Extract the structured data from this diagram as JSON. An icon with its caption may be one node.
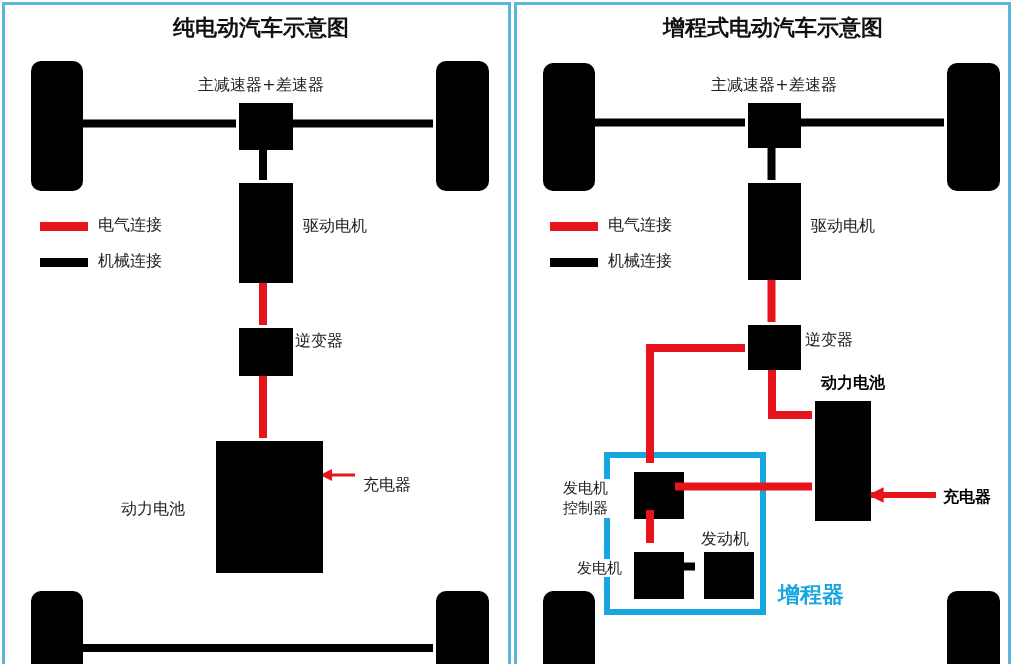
{
  "diagram": {
    "nodes": [
      {
        "text": [
          "纯电动汽车示意图"
        ]
      },
      {
        "text": [],
        "shape": "box",
        "in": 0
      },
      {
        "text": [],
        "shape": "box",
        "in": 0
      },
      {
        "text": [],
        "shape": "box",
        "beside": [
          "主减速器+差速器"
        ],
        "in": 0
      },
      {
        "text": [],
        "shape": "box",
        "beside": [
          "驱动电机"
        ],
        "in": 0
      },
      {
        "text": [],
        "shape": "box",
        "beside": [
          "逆变器"
        ],
        "in": 0
      },
      {
        "text": [],
        "shape": "box",
        "beside": [
          "动力电池"
        ],
        "in": 0
      },
      {
        "text": [
          "充电器"
        ],
        "in": 0
      },
      {
        "text": [],
        "shape": "box",
        "in": 0
      },
      {
        "text": [],
        "shape": "box",
        "in": 0
      },
      {
        "text": [
          "增程式电动汽车示意图"
        ]
      },
      {
        "text": [],
        "shape": "box",
        "in": 10
      },
      {
        "text": [],
        "shape": "box",
        "in": 10
      },
      {
        "text": [],
        "shape": "box",
        "beside": [
          "主减速器+差速器"
        ],
        "in": 10
      },
      {
        "text": [],
        "shape": "box",
        "beside": [
          "驱动电机"
        ],
        "in": 10
      },
      {
        "text": [],
        "shape": "box",
        "beside": [
          "逆变器"
        ],
        "in": 10
      },
      {
        "text": [],
        "shape": "box",
        "beside": [
          "动力电池"
        ],
        "in": 10
      },
      {
        "text": [
          "充电器"
        ],
        "in": 10
      },
      {
        "text": [
          "增程器"
        ],
        "in": 10
      },
      {
        "text": [],
        "shape": "box",
        "beside": [
          "发电机控制器"
        ],
        "in": 18
      },
      {
        "text": [],
        "shape": "box",
        "beside": [
          "发电机"
        ],
        "in": 18
      },
      {
        "text": [],
        "shape": "box",
        "beside": [
          "发动机"
        ],
        "in": 18
      },
      {
        "text": [],
        "shape": "box",
        "in": 10
      },
      {
        "text": [],
        "shape": "box",
        "in": 10
      }
    ],
    "edges": [
      {
        "from": 1,
        "to": 3,
        "arrow": "none",
        "color": "#000000"
      },
      {
        "from": 3,
        "to": 2,
        "arrow": "none",
        "color": "#000000"
      },
      {
        "from": 3,
        "to": 4,
        "arrow": "none",
        "color": "#000000"
      },
      {
        "from": 4,
        "to": 5,
        "arrow": "none",
        "color": "#e8141c"
      },
      {
        "from": 5,
        "to": 6,
        "arrow": "none",
        "color": "#e8141c"
      },
      {
        "from": 7,
        "to": 6,
        "arrow": "to",
        "color": "#e8141c"
      },
      {
        "from": 8,
        "to": 9,
        "arrow": "none",
        "color": "#000000"
      },
      {
        "from": 11,
        "to": 13,
        "arrow": "none",
        "color": "#000000"
      },
      {
        "from": 13,
        "to": 12,
        "arrow": "none",
        "color": "#000000"
      },
      {
        "from": 13,
        "to": 14,
        "arrow": "none",
        "color": "#000000"
      },
      {
        "from": 14,
        "to": 15,
        "arrow": "none",
        "color": "#e8141c"
      },
      {
        "from": 15,
        "to": 19,
        "arrow": "none",
        "color": "#e8141c"
      },
      {
        "from": 15,
        "to": 16,
        "arrow": "none",
        "color": "#e8141c"
      },
      {
        "from": 19,
        "to": 16,
        "arrow": "none",
        "color": "#e8141c"
      },
      {
        "from": 17,
        "to": 16,
        "arrow": "to",
        "color": "#e8141c"
      },
      {
        "from": 19,
        "to": 20,
        "arrow": "none",
        "color": "#e8141c"
      },
      {
        "from": 20,
        "to": 21,
        "arrow": "none",
        "color": "#000000"
      }
    ],
    "legend": [
      {
        "text": "电气连接",
        "color": "#e8141c"
      },
      {
        "text": "机械连接",
        "color": "#000000"
      },
      {
        "text": "电气连接",
        "color": "#e8141c"
      },
      {
        "text": "机械连接",
        "color": "#000000"
      }
    ]
  }
}
